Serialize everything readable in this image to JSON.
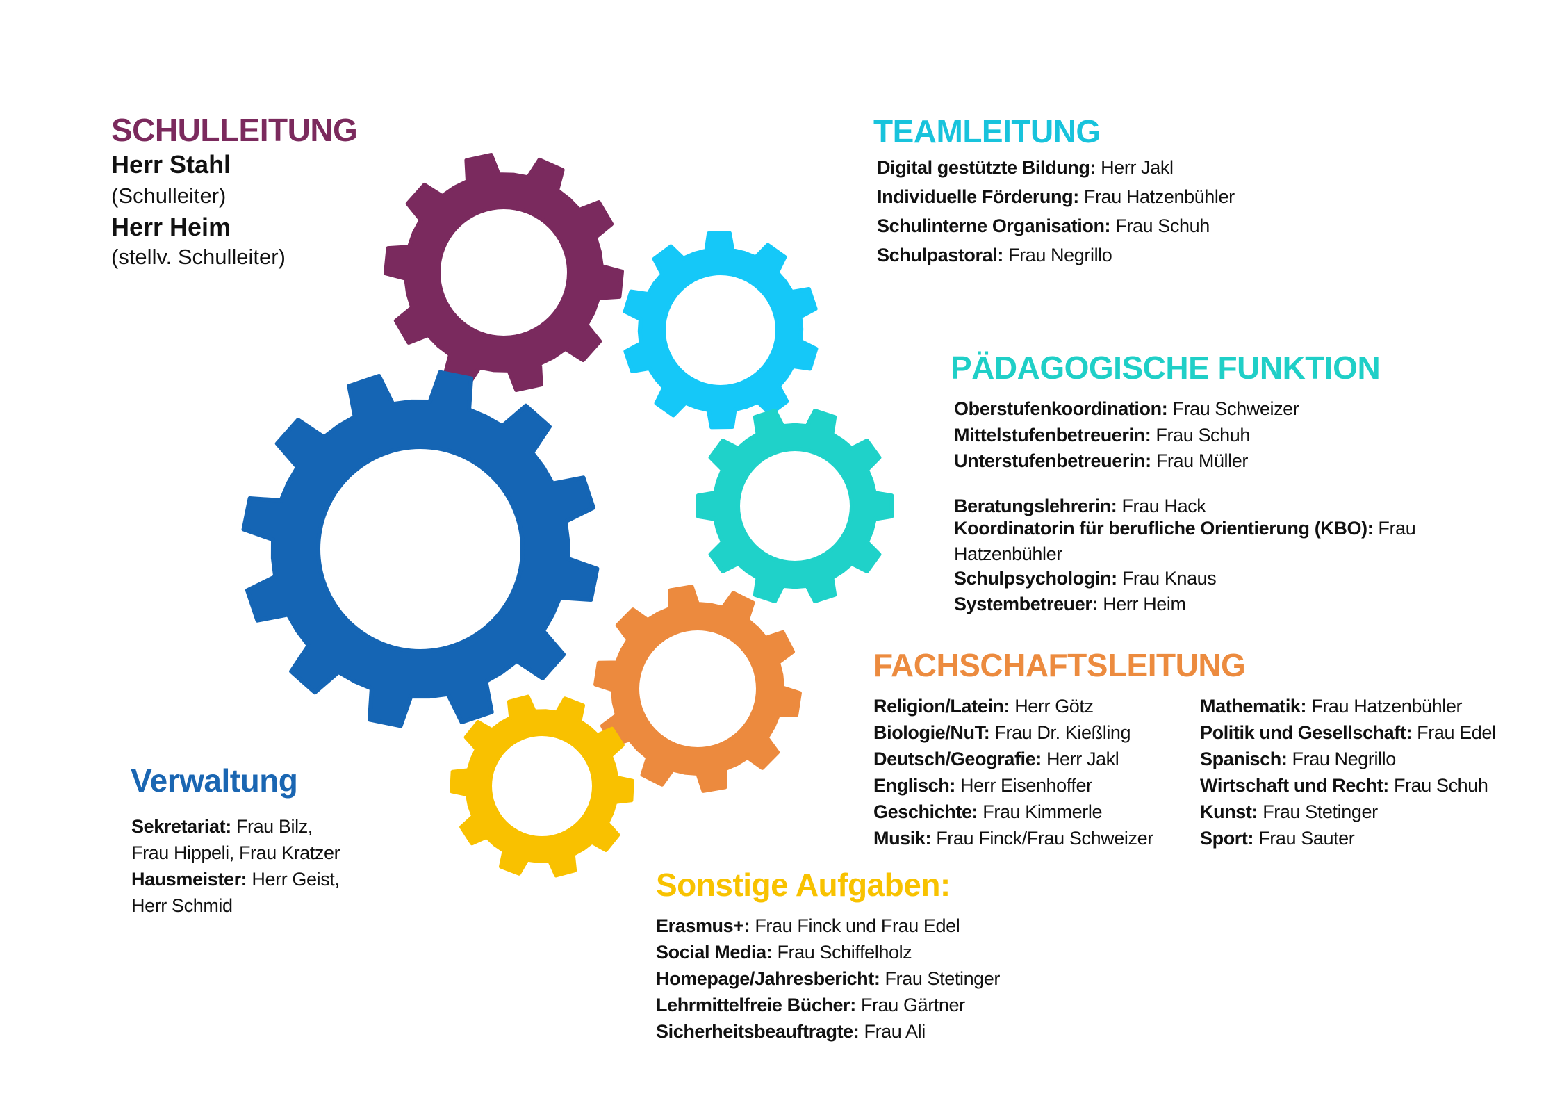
{
  "colors": {
    "schulleitung": "#7b2a5d",
    "teamleitung": "#18c3dc",
    "paedagogisch": "#1fcfc7",
    "fachschaft": "#ec8b3f",
    "sonstige": "#f8c200",
    "verwaltung": "#1a66b2"
  },
  "gears": [
    {
      "name": "purple-gear-icon",
      "color": "#7a2a5e"
    },
    {
      "name": "light-blue-gear-icon",
      "color": "#15c8f8"
    },
    {
      "name": "teal-gear-icon",
      "color": "#1fd2c9"
    },
    {
      "name": "blue-gear-icon",
      "color": "#1565b4"
    },
    {
      "name": "orange-gear-icon",
      "color": "#ec8a3e"
    },
    {
      "name": "yellow-gear-icon",
      "color": "#f9c100"
    }
  ],
  "schulleitung": {
    "title": "SCHULLEITUNG",
    "person1": "Herr Stahl",
    "role1": "(Schulleiter)",
    "person2": "Herr Heim",
    "role2": "(stellv. Schulleiter)"
  },
  "teamleitung": {
    "title": "TEAMLEITUNG",
    "items": [
      {
        "label": "Digital gestützte Bildung:",
        "value": " Herr Jakl"
      },
      {
        "label": "Individuelle Förderung:",
        "value": " Frau Hatzenbühler"
      },
      {
        "label": "Schulinterne Organisation:",
        "value": " Frau Schuh"
      },
      {
        "label": "Schulpastoral:",
        "value": " Frau Negrillo"
      }
    ]
  },
  "paedagogisch": {
    "title": "PÄDAGOGISCHE FUNKTION",
    "items": [
      {
        "label": "Oberstufenkoordination:",
        "value": " Frau Schweizer"
      },
      {
        "label": "Mittelstufenbetreuerin:",
        "value": " Frau Schuh"
      },
      {
        "label": "Unterstufenbetreuerin:",
        "value": " Frau Müller"
      },
      {
        "label": "Beratungslehrerin:",
        "value": " Frau Hack"
      },
      {
        "label": "Koordinatorin für berufliche Orientierung (KBO):",
        "value": " Frau",
        "cont": "Hatzenbühler"
      },
      {
        "label": "Schulpsychologin:",
        "value": " Frau Knaus"
      },
      {
        "label": "Systembetreuer:",
        "value": " Herr Heim"
      }
    ]
  },
  "fachschaft": {
    "title": "FACHSCHAFTSLEITUNG",
    "col1": [
      {
        "label": "Religion/Latein:",
        "value": " Herr Götz"
      },
      {
        "label": "Biologie/NuT:",
        "value": " Frau Dr. Kießling"
      },
      {
        "label": "Deutsch/Geografie:",
        "value": " Herr Jakl"
      },
      {
        "label": "Englisch:",
        "value": " Herr Eisenhoffer"
      },
      {
        "label": "Geschichte:",
        "value": " Frau Kimmerle"
      },
      {
        "label": "Musik:",
        "value": " Frau Finck/Frau Schweizer"
      }
    ],
    "col2": [
      {
        "label": "Mathematik:",
        "value": " Frau Hatzenbühler"
      },
      {
        "label": "Politik und Gesellschaft:",
        "value": " Frau Edel"
      },
      {
        "label": "Spanisch:",
        "value": " Frau Negrillo"
      },
      {
        "label": "Wirtschaft und Recht:",
        "value": " Frau Schuh"
      },
      {
        "label": "Kunst:",
        "value": " Frau Stetinger"
      },
      {
        "label": "Sport:",
        "value": " Frau Sauter"
      }
    ]
  },
  "sonstige": {
    "title": "Sonstige Aufgaben:",
    "items": [
      {
        "label": "Erasmus+:",
        "value": " Frau Finck und Frau Edel"
      },
      {
        "label": "Social Media:",
        "value": " Frau Schiffelholz"
      },
      {
        "label": "Homepage/Jahresbericht:",
        "value": " Frau Stetinger"
      },
      {
        "label": "Lehrmittelfreie Bücher:",
        "value": " Frau Gärtner"
      },
      {
        "label": "Sicherheitsbeauftragte:",
        "value": " Frau Ali"
      }
    ]
  },
  "verwaltung": {
    "title": "Verwaltung",
    "sekretariat_label": "Sekretariat:",
    "sekretariat_value": " Frau Bilz,",
    "sekretariat_cont": "Frau Hippeli, Frau Kratzer",
    "hausmeister_label": "Hausmeister:",
    "hausmeister_value": " Herr Geist,",
    "hausmeister_cont": "Herr Schmid"
  }
}
